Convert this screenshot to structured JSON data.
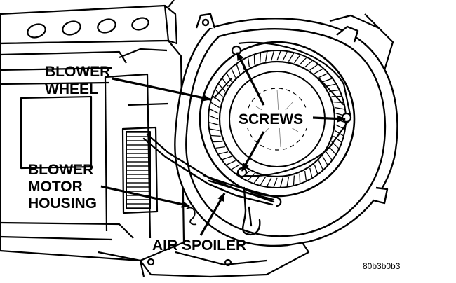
{
  "labels": {
    "blower_wheel": [
      "BLOWER",
      "WHEEL"
    ],
    "screws": "SCREWS",
    "blower_motor_housing": [
      "BLOWER",
      "MOTOR",
      "HOUSING"
    ],
    "air_spoiler": "AIR SPOILER",
    "figure_code": "80b3b0b3"
  },
  "colors": {
    "ink": "#000000",
    "paper": "#ffffff"
  }
}
